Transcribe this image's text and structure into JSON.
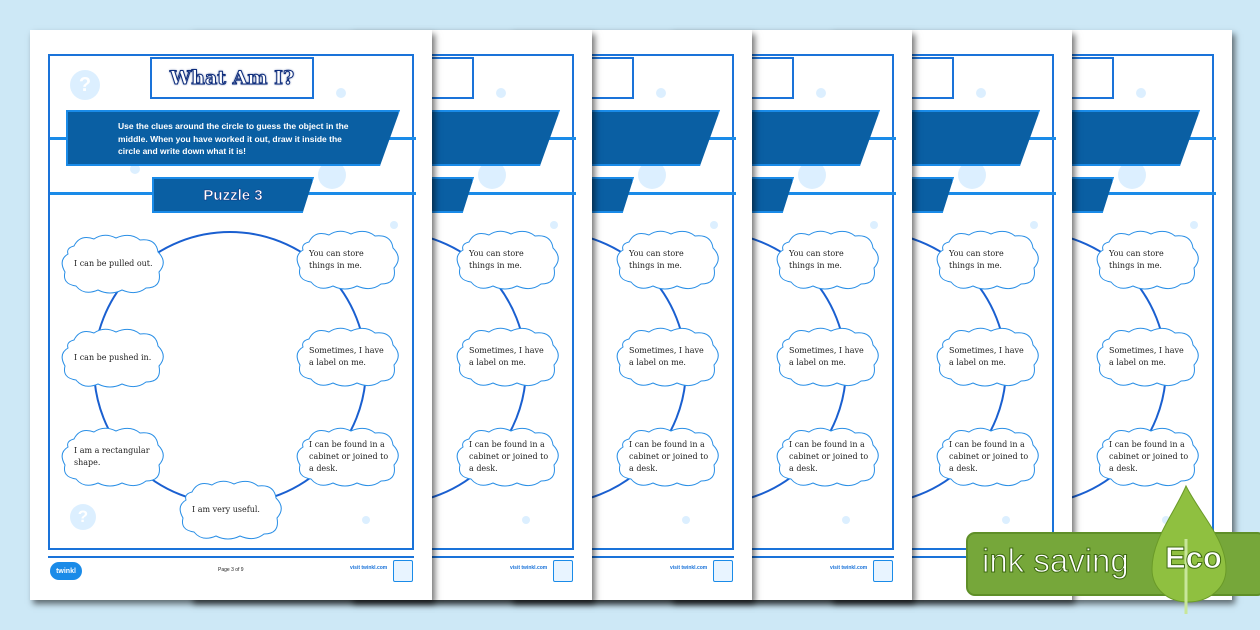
{
  "worksheet": {
    "title": "What Am I?",
    "instructions": "Use the clues around the circle to guess the object in the middle. When you have worked it out, draw it inside the circle and write down what it is!",
    "puzzle_label": "Puzzle 3",
    "left_clues": [
      "I can be pulled out.",
      "I can be pushed in.",
      "I am a rectangular shape."
    ],
    "bottom_clue": "I am very useful.",
    "right_clues": [
      "You can store things in me.",
      "Sometimes, I have a label on me.",
      "I can be found in a cabinet or joined to a desk."
    ],
    "footer": {
      "logo": "twinkl",
      "page": "Page 3 of 9",
      "visit": "visit twinkl.com"
    }
  },
  "page_count": 6,
  "eco_badge": {
    "label": "ink saving",
    "word": "Eco",
    "color": "#76a73a",
    "leaf_color": "#8fc040"
  },
  "colors": {
    "primary": "#1a73d9",
    "banner": "#0a5fa3",
    "background": "#cde8f6"
  }
}
